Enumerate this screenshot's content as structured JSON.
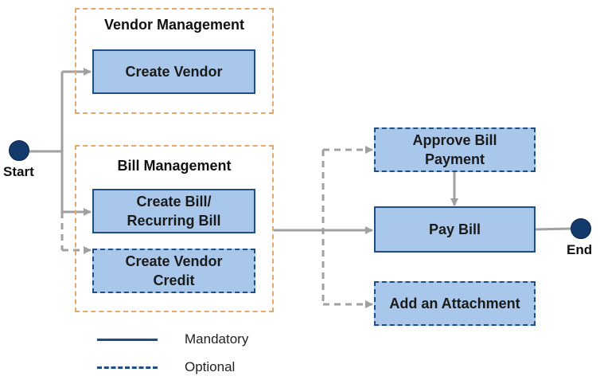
{
  "groups": {
    "vendor_management": {
      "title": "Vendor Management"
    },
    "bill_management": {
      "title": "Bill Management"
    }
  },
  "nodes": {
    "create_vendor": {
      "label": "Create Vendor",
      "style": "mandatory"
    },
    "create_bill": {
      "label": "Create Bill/\nRecurring Bill",
      "style": "mandatory"
    },
    "create_vendor_credit": {
      "label": "Create Vendor\nCredit",
      "style": "optional"
    },
    "approve_bill_payment": {
      "label": "Approve Bill\nPayment",
      "style": "optional"
    },
    "pay_bill": {
      "label": "Pay Bill",
      "style": "mandatory"
    },
    "add_attachment": {
      "label": "Add an Attachment",
      "style": "optional"
    }
  },
  "terminals": {
    "start": {
      "label": "Start"
    },
    "end": {
      "label": "End"
    }
  },
  "legend": {
    "mandatory": "Mandatory",
    "optional": "Optional"
  },
  "colors": {
    "node_fill": "#a8c7ea",
    "node_border": "#1f4e85",
    "group_border": "#e3a96b",
    "connector": "#a0a0a0",
    "terminal": "#123a6b"
  }
}
